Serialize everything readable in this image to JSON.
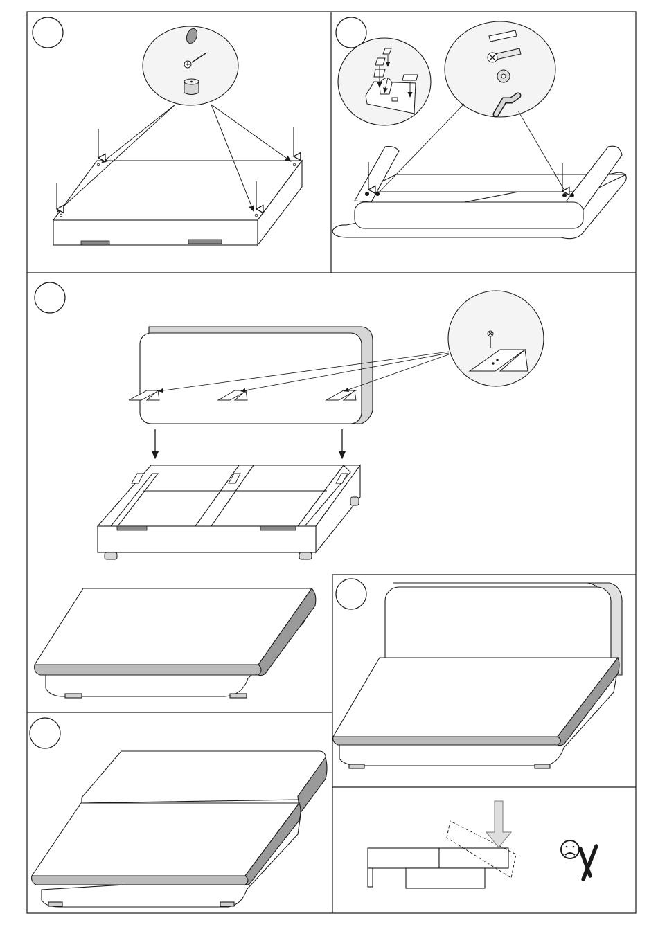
{
  "document": {
    "type": "furniture-assembly-instructions",
    "step_circles": [
      "",
      "",
      "",
      "",
      "",
      ""
    ],
    "colors": {
      "line": "#1a1a1a",
      "fill_white": "#ffffff",
      "fill_light": "#e8e8e8",
      "fill_mid": "#bdbdbd",
      "fill_dark": "#8a8a8a",
      "detail_bubble": "#f4f4f4"
    },
    "icons": [
      "down-arrow-icon",
      "sad-face-icon",
      "cross-mark-icon",
      "screw-icon",
      "bolt-icon",
      "washer-icon",
      "bracket-icon",
      "foot-icon"
    ],
    "panels": [
      {
        "name": "step-attach-feet",
        "parts": [
          "plug-cap",
          "screw",
          "foot"
        ]
      },
      {
        "name": "step-attach-sides",
        "parts": [
          "plate",
          "bolt",
          "washer",
          "allen-key"
        ]
      },
      {
        "name": "step-attach-headboard",
        "parts": [
          "screw",
          "bracket"
        ]
      },
      {
        "name": "step-place-mattress-base",
        "parts": []
      },
      {
        "name": "step-assembled-bed",
        "parts": []
      },
      {
        "name": "step-place-top-cushions",
        "parts": []
      },
      {
        "name": "incorrect-placement-warning",
        "parts": [
          "sad-face",
          "cross"
        ]
      }
    ]
  }
}
